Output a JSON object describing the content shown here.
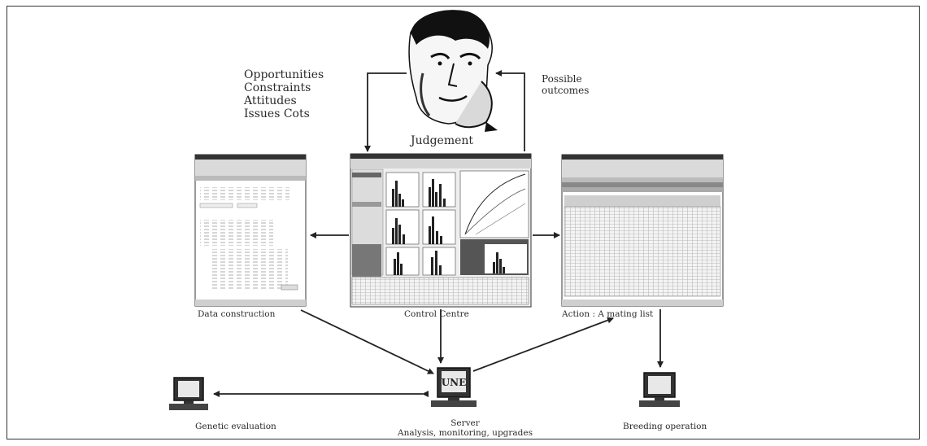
{
  "judgement": {
    "label": "Judgement",
    "inputs": [
      "Opportunities",
      "Constraints",
      "Attitudes",
      "Issues Cots"
    ],
    "outcomes": [
      "Possible",
      "outcomes"
    ]
  },
  "nodes": {
    "data_construction": "Data construction",
    "control_centre": "Control Centre",
    "action": "Action : A mating list",
    "genetic_evaluation": "Genetic evaluation",
    "server_title": "Server",
    "server_subtitle": "Analysis, monitoring, upgrades",
    "server_logo": "UNE",
    "breeding_operation": "Breeding operation"
  }
}
